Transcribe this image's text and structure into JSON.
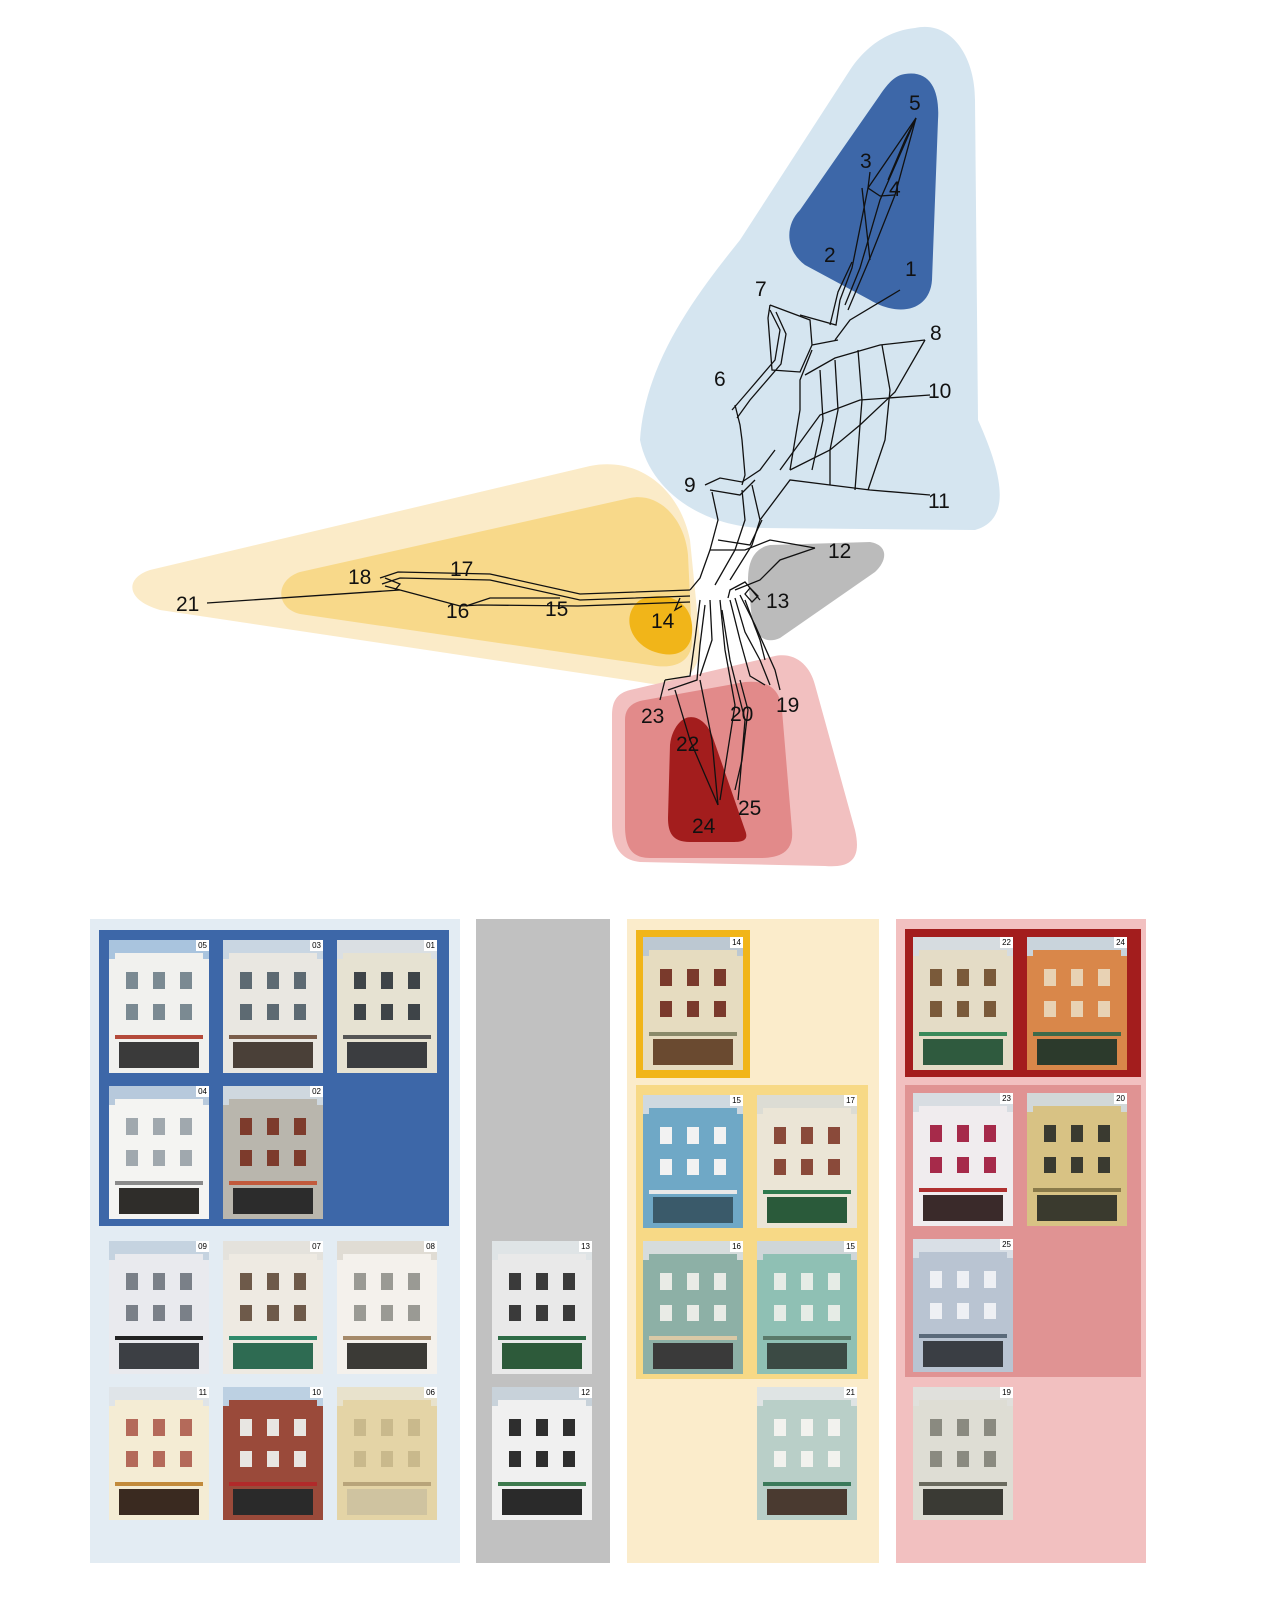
{
  "colors": {
    "light_blue": "#d5e5f0",
    "dark_blue": "#3d67a8",
    "light_yellow": "#fbebc8",
    "yellow": "#f8d98a",
    "orange": "#f1b519",
    "grey": "#bbbbbb",
    "light_red": "#f2c0c0",
    "red": "#e28a8a",
    "dark_red": "#a31d1d",
    "panel_blue_bg": "#e3ecf3",
    "panel_grey_bg": "#c1c1c1",
    "panel_yellow_bg": "#fbeccb",
    "panel_yellow_mid": "#f7d986",
    "panel_red_bg": "#f2c0c0",
    "panel_red_mid": "#e09393"
  },
  "network": {
    "labels": [
      "1",
      "2",
      "3",
      "4",
      "5",
      "6",
      "7",
      "8",
      "9",
      "10",
      "11",
      "12",
      "13",
      "14",
      "15",
      "16",
      "17",
      "18",
      "19",
      "20",
      "21",
      "22",
      "23",
      "24",
      "25"
    ]
  },
  "panels": {
    "blue_top_photos": [
      {
        "id": "05",
        "facade": "#f1f1ee",
        "win": "#7b8a92",
        "shop": "#3a3a3a",
        "sky": "#a9c4de",
        "awning": "#b44a3a"
      },
      {
        "id": "03",
        "facade": "#e9e7e1",
        "win": "#5d6a72",
        "shop": "#4a4038",
        "sky": "#c9d6e2",
        "awning": "#7a5d4a"
      },
      {
        "id": "01",
        "facade": "#e6e2d2",
        "win": "#3e4448",
        "shop": "#3b3d40",
        "sky": "#dadfe3",
        "awning": "#555555"
      },
      {
        "id": "04",
        "facade": "#f4f4f2",
        "win": "#a0a8ae",
        "shop": "#2f2d2a",
        "sky": "#b7c9dc",
        "awning": "#8a8a8a"
      },
      {
        "id": "02",
        "facade": "#b9b6ad",
        "win": "#7d3b2c",
        "shop": "#2c2c2c",
        "sky": "#cfd8df",
        "awning": "#c25a3c"
      }
    ],
    "blue_bottom_photos": [
      {
        "id": "09",
        "facade": "#e9eaee",
        "win": "#7a8088",
        "shop": "#3c3f44",
        "sky": "#c5d3e0",
        "awning": "#222222"
      },
      {
        "id": "07",
        "facade": "#eeeae2",
        "win": "#6e5a4a",
        "shop": "#2e6b52",
        "sky": "#e4e2dc",
        "awning": "#2f8a6a"
      },
      {
        "id": "08",
        "facade": "#f4f1ec",
        "win": "#9a9a94",
        "shop": "#3b3a36",
        "sky": "#e0dcd4",
        "awning": "#a58a6a"
      },
      {
        "id": "11",
        "facade": "#f4ecd4",
        "win": "#b46a5a",
        "shop": "#3a2a20",
        "sky": "#dfe4e8",
        "awning": "#c28a3a"
      },
      {
        "id": "10",
        "facade": "#9a4a3a",
        "win": "#e8e6e2",
        "shop": "#2a2a2a",
        "sky": "#bcd0e2",
        "awning": "#b12a2a"
      },
      {
        "id": "06",
        "facade": "#e4d4a6",
        "win": "#c9b98c",
        "shop": "#cfc3a0",
        "sky": "#e8e2cc",
        "awning": "#b8a47a"
      }
    ],
    "grey_photos": [
      {
        "id": "13",
        "facade": "#e9e9e9",
        "win": "#3a3a3a",
        "shop": "#2d5a3a",
        "sky": "#dfe4e6",
        "awning": "#2e6b46"
      },
      {
        "id": "12",
        "facade": "#f0f0f0",
        "win": "#2e2e2e",
        "shop": "#2a2a2a",
        "sky": "#c8d2da",
        "awning": "#3e7a4e"
      }
    ],
    "yellow_top_photos": [
      {
        "id": "14",
        "facade": "#e6dcc0",
        "win": "#7a3a2c",
        "shop": "#6a4a30",
        "sky": "#bcc8d2",
        "awning": "#8a8a6a"
      }
    ],
    "yellow_mid_photos": [
      {
        "id": "15",
        "facade": "#6fa8c6",
        "win": "#f2f2f2",
        "shop": "#3a5a6a",
        "sky": "#cfd9e0",
        "awning": "#e9e9e9"
      },
      {
        "id": "17",
        "facade": "#ebe5d6",
        "win": "#8a4a3a",
        "shop": "#2a5a3a",
        "sky": "#dcdcd4",
        "awning": "#2f7a4e"
      },
      {
        "id": "16",
        "facade": "#8db0a6",
        "win": "#e9ebe6",
        "shop": "#3a3a3a",
        "sky": "#d6dcdc",
        "awning": "#d9c9a6"
      },
      {
        "id": "15",
        "facade": "#8fc0b4",
        "win": "#e6ece6",
        "shop": "#3b4a44",
        "sky": "#cfd6d8",
        "awning": "#5a7a6a"
      }
    ],
    "yellow_bottom_photos": [
      {
        "id": "21",
        "facade": "#b9cfc8",
        "win": "#f2f2ee",
        "shop": "#4a3a30",
        "sky": "#dfe4e4",
        "awning": "#3a7a5a"
      }
    ],
    "red_top_photos": [
      {
        "id": "22",
        "facade": "#e4dcc6",
        "win": "#7a5a3a",
        "shop": "#2f5a3e",
        "sky": "#d6dce0",
        "awning": "#3a8a5a"
      },
      {
        "id": "24",
        "facade": "#d9874a",
        "win": "#e8d2b4",
        "shop": "#2c3a2c",
        "sky": "#c9d4dc",
        "awning": "#3e6a4a"
      }
    ],
    "red_mid_photos": [
      {
        "id": "23",
        "facade": "#f0ecee",
        "win": "#a62a4a",
        "shop": "#3a2a2a",
        "sky": "#d8dde2",
        "awning": "#b03030"
      },
      {
        "id": "20",
        "facade": "#d8c284",
        "win": "#3a3a30",
        "shop": "#3a3a2e",
        "sky": "#d2d8d8",
        "awning": "#8a7a4a"
      },
      {
        "id": "25",
        "facade": "#b9c4d2",
        "win": "#eef0f4",
        "shop": "#3a3e44",
        "sky": "#d9dfe6",
        "awning": "#5a6a7a"
      }
    ],
    "red_bottom_photos": [
      {
        "id": "19",
        "facade": "#deddd4",
        "win": "#8a8a80",
        "shop": "#3a3a34",
        "sky": "#e0e0dc",
        "awning": "#6a6a5e"
      }
    ]
  }
}
